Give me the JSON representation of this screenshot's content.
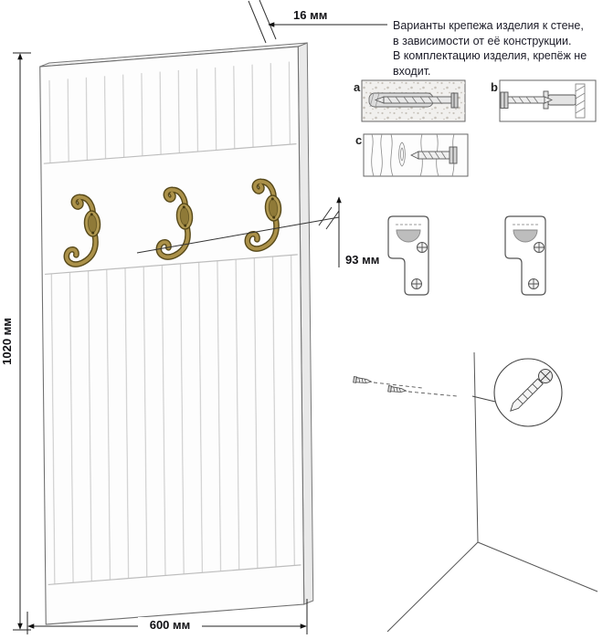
{
  "panel": {
    "height_label": "1020 мм",
    "width_label": "600 мм",
    "thickness_label": "16 мм",
    "hook_offset_label": "93 мм",
    "hook_count": 3
  },
  "note": {
    "lines": [
      "Варианты крепежа изделия к стене,",
      "в зависимости от её конструкции.",
      "В комплектацию изделия, крепёж не",
      "входит."
    ]
  },
  "fastener_options": [
    {
      "label": "a",
      "type": "dowel-and-screw-in-concrete"
    },
    {
      "label": "b",
      "type": "screw-with-wall-plug"
    },
    {
      "label": "c",
      "type": "screw-in-wood"
    }
  ],
  "icons": {
    "hook": "double-coat-hook-icon",
    "bracket": "keyhole-mounting-bracket-icon",
    "flying_screw": "screw-icon",
    "magnifier": "screw-detail-circle-icon",
    "corner": "wall-corner-lines"
  },
  "colors": {
    "brass": "#ab9149",
    "brass_dark": "#57491a",
    "line": "#444444",
    "groove": "#c6c6c6",
    "text": "#1c1c28"
  }
}
